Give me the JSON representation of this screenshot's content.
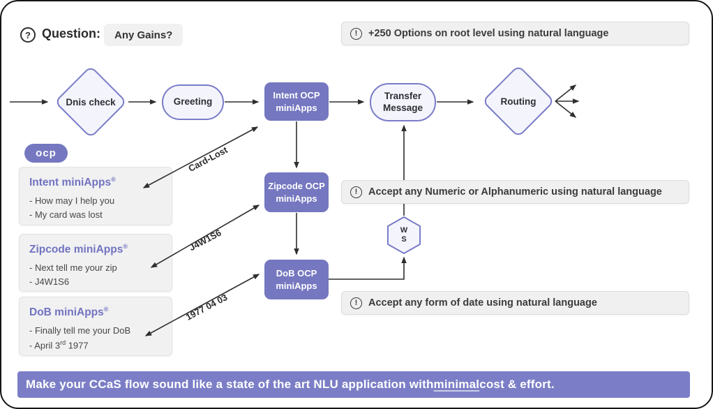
{
  "question": {
    "icon": "?",
    "label": "Question:",
    "badge": "Any Gains?"
  },
  "callouts": [
    {
      "icon": "!",
      "text": "+250 Options on root level using natural language"
    },
    {
      "icon": "!",
      "text": "Accept any Numeric or Alphanumeric using natural language"
    },
    {
      "icon": "!",
      "text": "Accept any form of date using natural language"
    }
  ],
  "flow": {
    "dnis": "Dnis check",
    "greeting": "Greeting",
    "intent_line1": "Intent OCP",
    "intent_line2": "miniApps",
    "transfer_line1": "Transfer",
    "transfer_line2": "Message",
    "routing": "Routing",
    "zipcode_line1": "Zipcode OCP",
    "zipcode_line2": "miniApps",
    "dob_line1": "DoB OCP",
    "dob_line2": "miniApps",
    "ws_line1": "W",
    "ws_line2": "S"
  },
  "edge_labels": {
    "card_lost": "Card-Lost",
    "zipcode": "J4W1S6",
    "dob": "1977 04 03"
  },
  "logo": {
    "text": "ocp"
  },
  "cards": [
    {
      "title": "Intent miniApps",
      "trademark": "®",
      "line1": "- How may I help you",
      "line2": "- My card was lost"
    },
    {
      "title": "Zipcode miniApps",
      "trademark": "®",
      "line1": "- Next tell me your zip",
      "line2": "- J4W1S6"
    },
    {
      "title": "DoB miniApps",
      "trademark": "®",
      "line1": "- Finally tell me your DoB",
      "line2_pre": "- April 3",
      "line2_sup": "rd",
      "line2_post": " 1977"
    }
  ],
  "banner": {
    "text_before": "Make your CCaS flow sound like a state of the art NLU application with ",
    "underlined": "minimal",
    "text_after": " cost & effort."
  },
  "colors": {
    "accent_purple": "#7577c0",
    "shape_fill": "#f4f4fc",
    "shape_border": "#7a7cc8",
    "callout_bg": "#f0f0f0",
    "banner_bg": "#7b7ec6",
    "line_color": "#2f2f2f"
  }
}
